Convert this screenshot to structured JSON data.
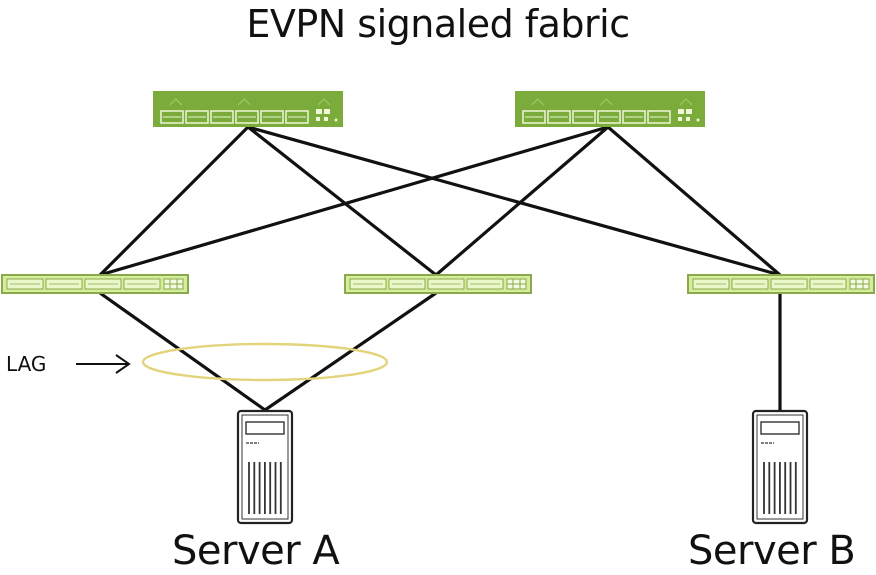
{
  "title": "EVPN signaled fabric",
  "colors": {
    "spine_fill": "#7bab3a",
    "leaf_fill": "#d6ee9a",
    "leaf_border": "#8aa84e",
    "link": "#111111",
    "lag_ring": "#e3d37a"
  },
  "nodes": {
    "spines": [
      {
        "id": "spine-1",
        "type": "spine-switch"
      },
      {
        "id": "spine-2",
        "type": "spine-switch"
      }
    ],
    "leaves": [
      {
        "id": "leaf-1",
        "type": "leaf-switch"
      },
      {
        "id": "leaf-2",
        "type": "leaf-switch"
      },
      {
        "id": "leaf-3",
        "type": "leaf-switch"
      }
    ],
    "servers": [
      {
        "id": "server-a",
        "label": "Server A"
      },
      {
        "id": "server-b",
        "label": "Server B"
      }
    ]
  },
  "links": [
    [
      "spine-1",
      "leaf-1"
    ],
    [
      "spine-1",
      "leaf-2"
    ],
    [
      "spine-1",
      "leaf-3"
    ],
    [
      "spine-2",
      "leaf-1"
    ],
    [
      "spine-2",
      "leaf-2"
    ],
    [
      "spine-2",
      "leaf-3"
    ],
    [
      "leaf-1",
      "server-a"
    ],
    [
      "leaf-2",
      "server-a"
    ],
    [
      "leaf-3",
      "server-b"
    ]
  ],
  "lag": {
    "label": "LAG",
    "members": [
      "leaf-1",
      "leaf-2"
    ],
    "server": "server-a"
  }
}
